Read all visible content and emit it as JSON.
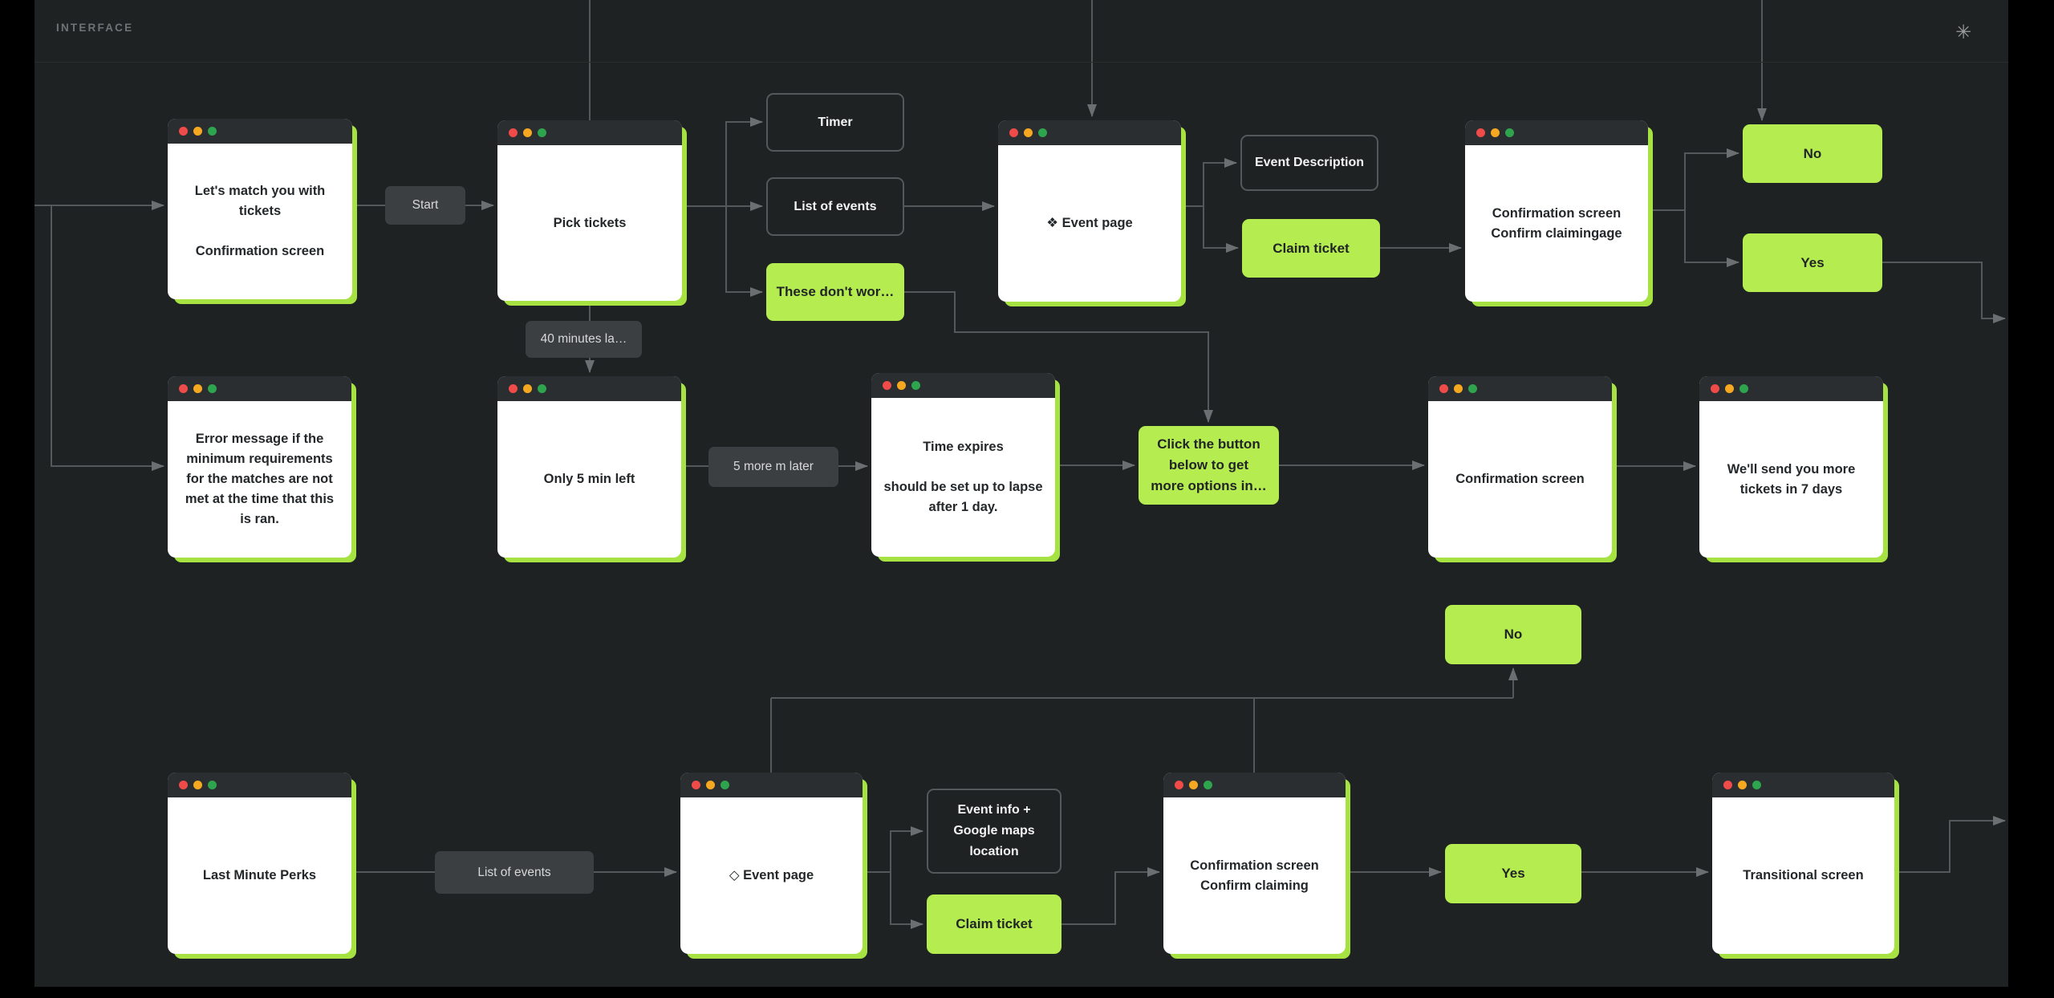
{
  "app": {
    "title": "INTERFACE",
    "corner_icon": "✳"
  },
  "palette": {
    "canvas": "#1f2223",
    "frame": "#000000",
    "accent_green": "#b5ec4f",
    "window_shadow_green": "#a7e243",
    "window_bar": "#2b2e30",
    "window_bg": "#ffffff",
    "connector": "#54585b",
    "label_bg": "#3b3f41",
    "label_text": "#d7d9d9",
    "text_dark": "#24282a",
    "text_light": "#f2f3f3",
    "dot_red": "#ee4b49",
    "dot_yellow": "#f6a820",
    "dot_green": "#2ea44e"
  },
  "nodes": [
    {
      "id": "window-match-tickets",
      "type": "window",
      "lines": [
        "Let's match you with",
        "tickets",
        "",
        "Confirmation screen"
      ]
    },
    {
      "id": "label-start",
      "type": "dark-label",
      "lines": [
        "Start"
      ]
    },
    {
      "id": "window-pick-tickets",
      "type": "window",
      "lines": [
        "Pick tickets"
      ]
    },
    {
      "id": "label-40-minutes-later",
      "type": "dark-label",
      "lines": [
        "40 minutes la…"
      ]
    },
    {
      "id": "box-timer",
      "type": "outline",
      "lines": [
        "Timer"
      ]
    },
    {
      "id": "box-list-of-events",
      "type": "outline",
      "lines": [
        "List of events"
      ]
    },
    {
      "id": "button-these-dont-work",
      "type": "green",
      "lines": [
        "These don't wor…"
      ]
    },
    {
      "id": "window-event-page",
      "type": "window",
      "lines": [
        "❖ Event page"
      ]
    },
    {
      "id": "box-event-description",
      "type": "outline",
      "lines": [
        "Event Description"
      ]
    },
    {
      "id": "button-claim-ticket",
      "type": "green",
      "lines": [
        "Claim ticket"
      ]
    },
    {
      "id": "window-confirmation-claimingage",
      "type": "window",
      "lines": [
        "Confirmation screen",
        "Confirm claimingage"
      ]
    },
    {
      "id": "button-no-top",
      "type": "green",
      "lines": [
        "No"
      ]
    },
    {
      "id": "button-yes-top",
      "type": "green",
      "lines": [
        "Yes"
      ]
    },
    {
      "id": "window-error-message",
      "type": "window",
      "lines": [
        "Error message if the",
        "minimum requirements",
        "for the matches are not",
        "met at the time that this",
        "is ran."
      ]
    },
    {
      "id": "window-only-5-min-left",
      "type": "window",
      "lines": [
        "Only 5 min left"
      ]
    },
    {
      "id": "label-5-more-min-later",
      "type": "dark-label",
      "lines": [
        "5 more m later"
      ]
    },
    {
      "id": "window-time-expires",
      "type": "window",
      "lines": [
        "Time expires",
        "",
        "should be set up to lapse",
        "after 1 day."
      ]
    },
    {
      "id": "button-click-below-options",
      "type": "green",
      "lines": [
        "Click the button",
        "below to get",
        "more options in…"
      ]
    },
    {
      "id": "window-confirmation-2",
      "type": "window",
      "lines": [
        "Confirmation screen"
      ]
    },
    {
      "id": "window-send-more-tickets",
      "type": "window",
      "lines": [
        "We'll send you more",
        "tickets in 7 days"
      ]
    },
    {
      "id": "button-no-bottom",
      "type": "green",
      "lines": [
        "No"
      ]
    },
    {
      "id": "window-last-minute-perks",
      "type": "window",
      "lines": [
        "Last Minute Perks"
      ]
    },
    {
      "id": "label-list-of-events",
      "type": "dark-label",
      "lines": [
        "List of events"
      ]
    },
    {
      "id": "window-event-page-2",
      "type": "window",
      "lines": [
        "◇ Event page"
      ]
    },
    {
      "id": "box-event-info-maps",
      "type": "outline",
      "lines": [
        "Event info +",
        "Google maps",
        "location"
      ]
    },
    {
      "id": "button-claim-ticket-2",
      "type": "green",
      "lines": [
        "Claim ticket"
      ]
    },
    {
      "id": "window-confirmation-claiming",
      "type": "window",
      "lines": [
        "Confirmation screen",
        "Confirm claiming"
      ]
    },
    {
      "id": "button-yes-bottom",
      "type": "green",
      "lines": [
        "Yes"
      ]
    },
    {
      "id": "window-transitional-screen",
      "type": "window",
      "lines": [
        "Transitional screen"
      ]
    }
  ]
}
